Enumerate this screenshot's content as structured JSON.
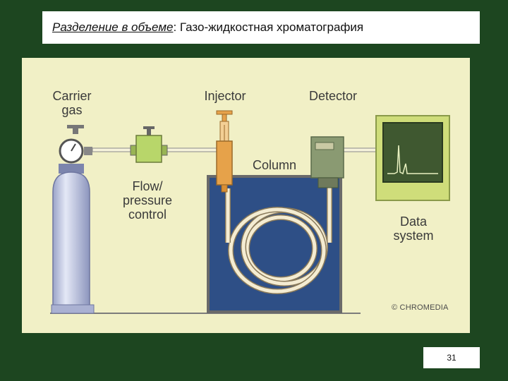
{
  "slide": {
    "title_prefix": "Разделение в объеме",
    "title_separator": ":",
    "title_rest": " Газо-жидкостная хроматография",
    "page_number": "31"
  },
  "diagram": {
    "labels": {
      "carrier_gas_line1": "Carrier",
      "carrier_gas_line2": "gas",
      "injector": "Injector",
      "detector": "Detector",
      "column": "Column",
      "flow_line1": "Flow/",
      "flow_line2": "pressure",
      "flow_line3": "control",
      "data_line1": "Data",
      "data_line2": "system"
    },
    "credit": "© CHROMEDIA"
  },
  "colors": {
    "slide_background": "#1d4620",
    "diagram_background": "#f1f0c6",
    "oven": "#2e4f86",
    "injector": "#e6a24a",
    "valve": "#b8d66a",
    "cylinder": "#c9cfe6",
    "monitor": "#cfdd7a"
  }
}
